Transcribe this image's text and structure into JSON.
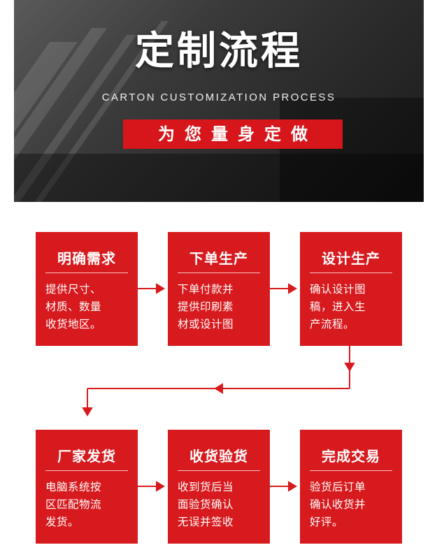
{
  "banner": {
    "title": "定制流程",
    "subtitle": "CARTON CUSTOMIZATION PROCESS",
    "badge": "为您量身定做"
  },
  "steps": [
    {
      "title": "明确需求",
      "lines": [
        "提供尺寸、",
        "材质、数量",
        "收货地区。"
      ]
    },
    {
      "title": "下单生产",
      "lines": [
        "下单付款并",
        "提供印刷素",
        "材或设计图"
      ]
    },
    {
      "title": "设计生产",
      "lines": [
        "确认设计图",
        "稿，进入生",
        "产流程。"
      ]
    },
    {
      "title": "厂家发货",
      "lines": [
        "电脑系统按",
        "区匹配物流",
        "发货。"
      ]
    },
    {
      "title": "收货验货",
      "lines": [
        "收到货后当",
        "面验货确认",
        "无误并签收"
      ]
    },
    {
      "title": "完成交易",
      "lines": [
        "验货后订单",
        "确认收货并",
        "好评。"
      ]
    }
  ],
  "colors": {
    "accent": "#d71a1e",
    "banner_bg": "#2a2a2a"
  }
}
